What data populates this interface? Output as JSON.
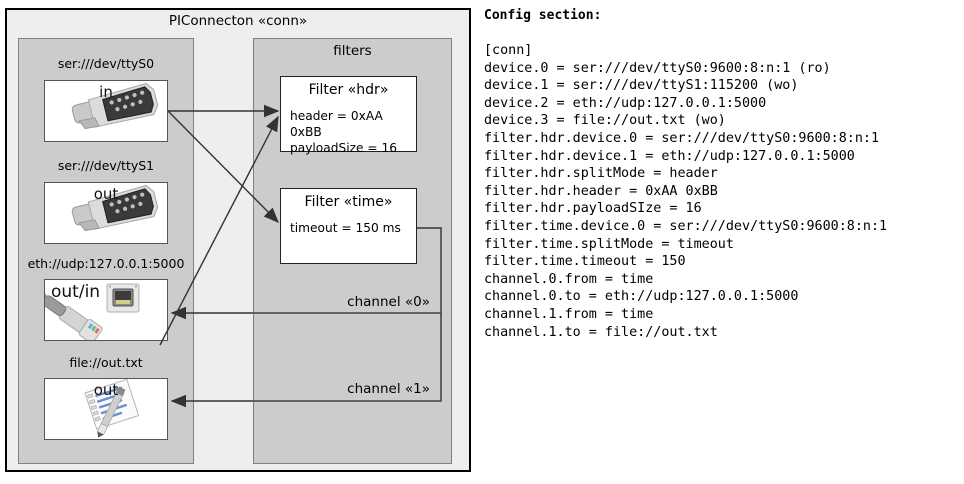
{
  "diagram": {
    "outer_title": "PIConnecton «conn»",
    "devices_panel": {
      "title": "",
      "items": [
        {
          "caption": "ser:///dev/ttyS0",
          "direction": "in",
          "icon": "serial-db9-icon"
        },
        {
          "caption": "ser:///dev/ttyS1",
          "direction": "out",
          "icon": "serial-db9-icon"
        },
        {
          "caption": "eth://udp:127.0.0.1:5000",
          "direction": "out/in",
          "icon": "ethernet-rj45-icon"
        },
        {
          "caption": "file://out.txt",
          "direction": "out",
          "icon": "notepad-pencil-icon"
        }
      ]
    },
    "filters_panel": {
      "title": "filters",
      "filters": [
        {
          "title": "Filter «hdr»",
          "props": [
            "header = 0xAA 0xBB",
            "payloadSize = 16"
          ]
        },
        {
          "title": "Filter «time»",
          "props": [
            "timeout = 150 ms"
          ]
        }
      ],
      "channels": [
        {
          "label": "channel «0»"
        },
        {
          "label": "channel «1»"
        }
      ]
    }
  },
  "config": {
    "heading": "Config section:",
    "text": "[conn]\ndevice.0 = ser:///dev/ttyS0:9600:8:n:1 (ro)\ndevice.1 = ser:///dev/ttyS1:115200 (wo)\ndevice.2 = eth://udp:127.0.0.1:5000\ndevice.3 = file://out.txt (wo)\nfilter.hdr.device.0 = ser:///dev/ttyS0:9600:8:n:1\nfilter.hdr.device.1 = eth://udp:127.0.0.1:5000\nfilter.hdr.splitMode = header\nfilter.hdr.header = 0xAA 0xBB\nfilter.hdr.payloadSIze = 16\nfilter.time.device.0 = ser:///dev/ttyS0:9600:8:n:1\nfilter.time.splitMode = timeout\nfilter.time.timeout = 150\nchannel.0.from = time\nchannel.0.to = eth://udp:127.0.0.1:5000\nchannel.1.from = time\nchannel.1.to = file://out.txt"
  },
  "colors": {
    "page_background": "#ffffff",
    "outer_frame_fill": "#eeeeee",
    "outer_frame_border": "#000000",
    "panel_fill": "#cccccc",
    "panel_border": "#808080",
    "box_fill": "#ffffff",
    "arrow_stroke": "#333333",
    "text": "#000000"
  }
}
